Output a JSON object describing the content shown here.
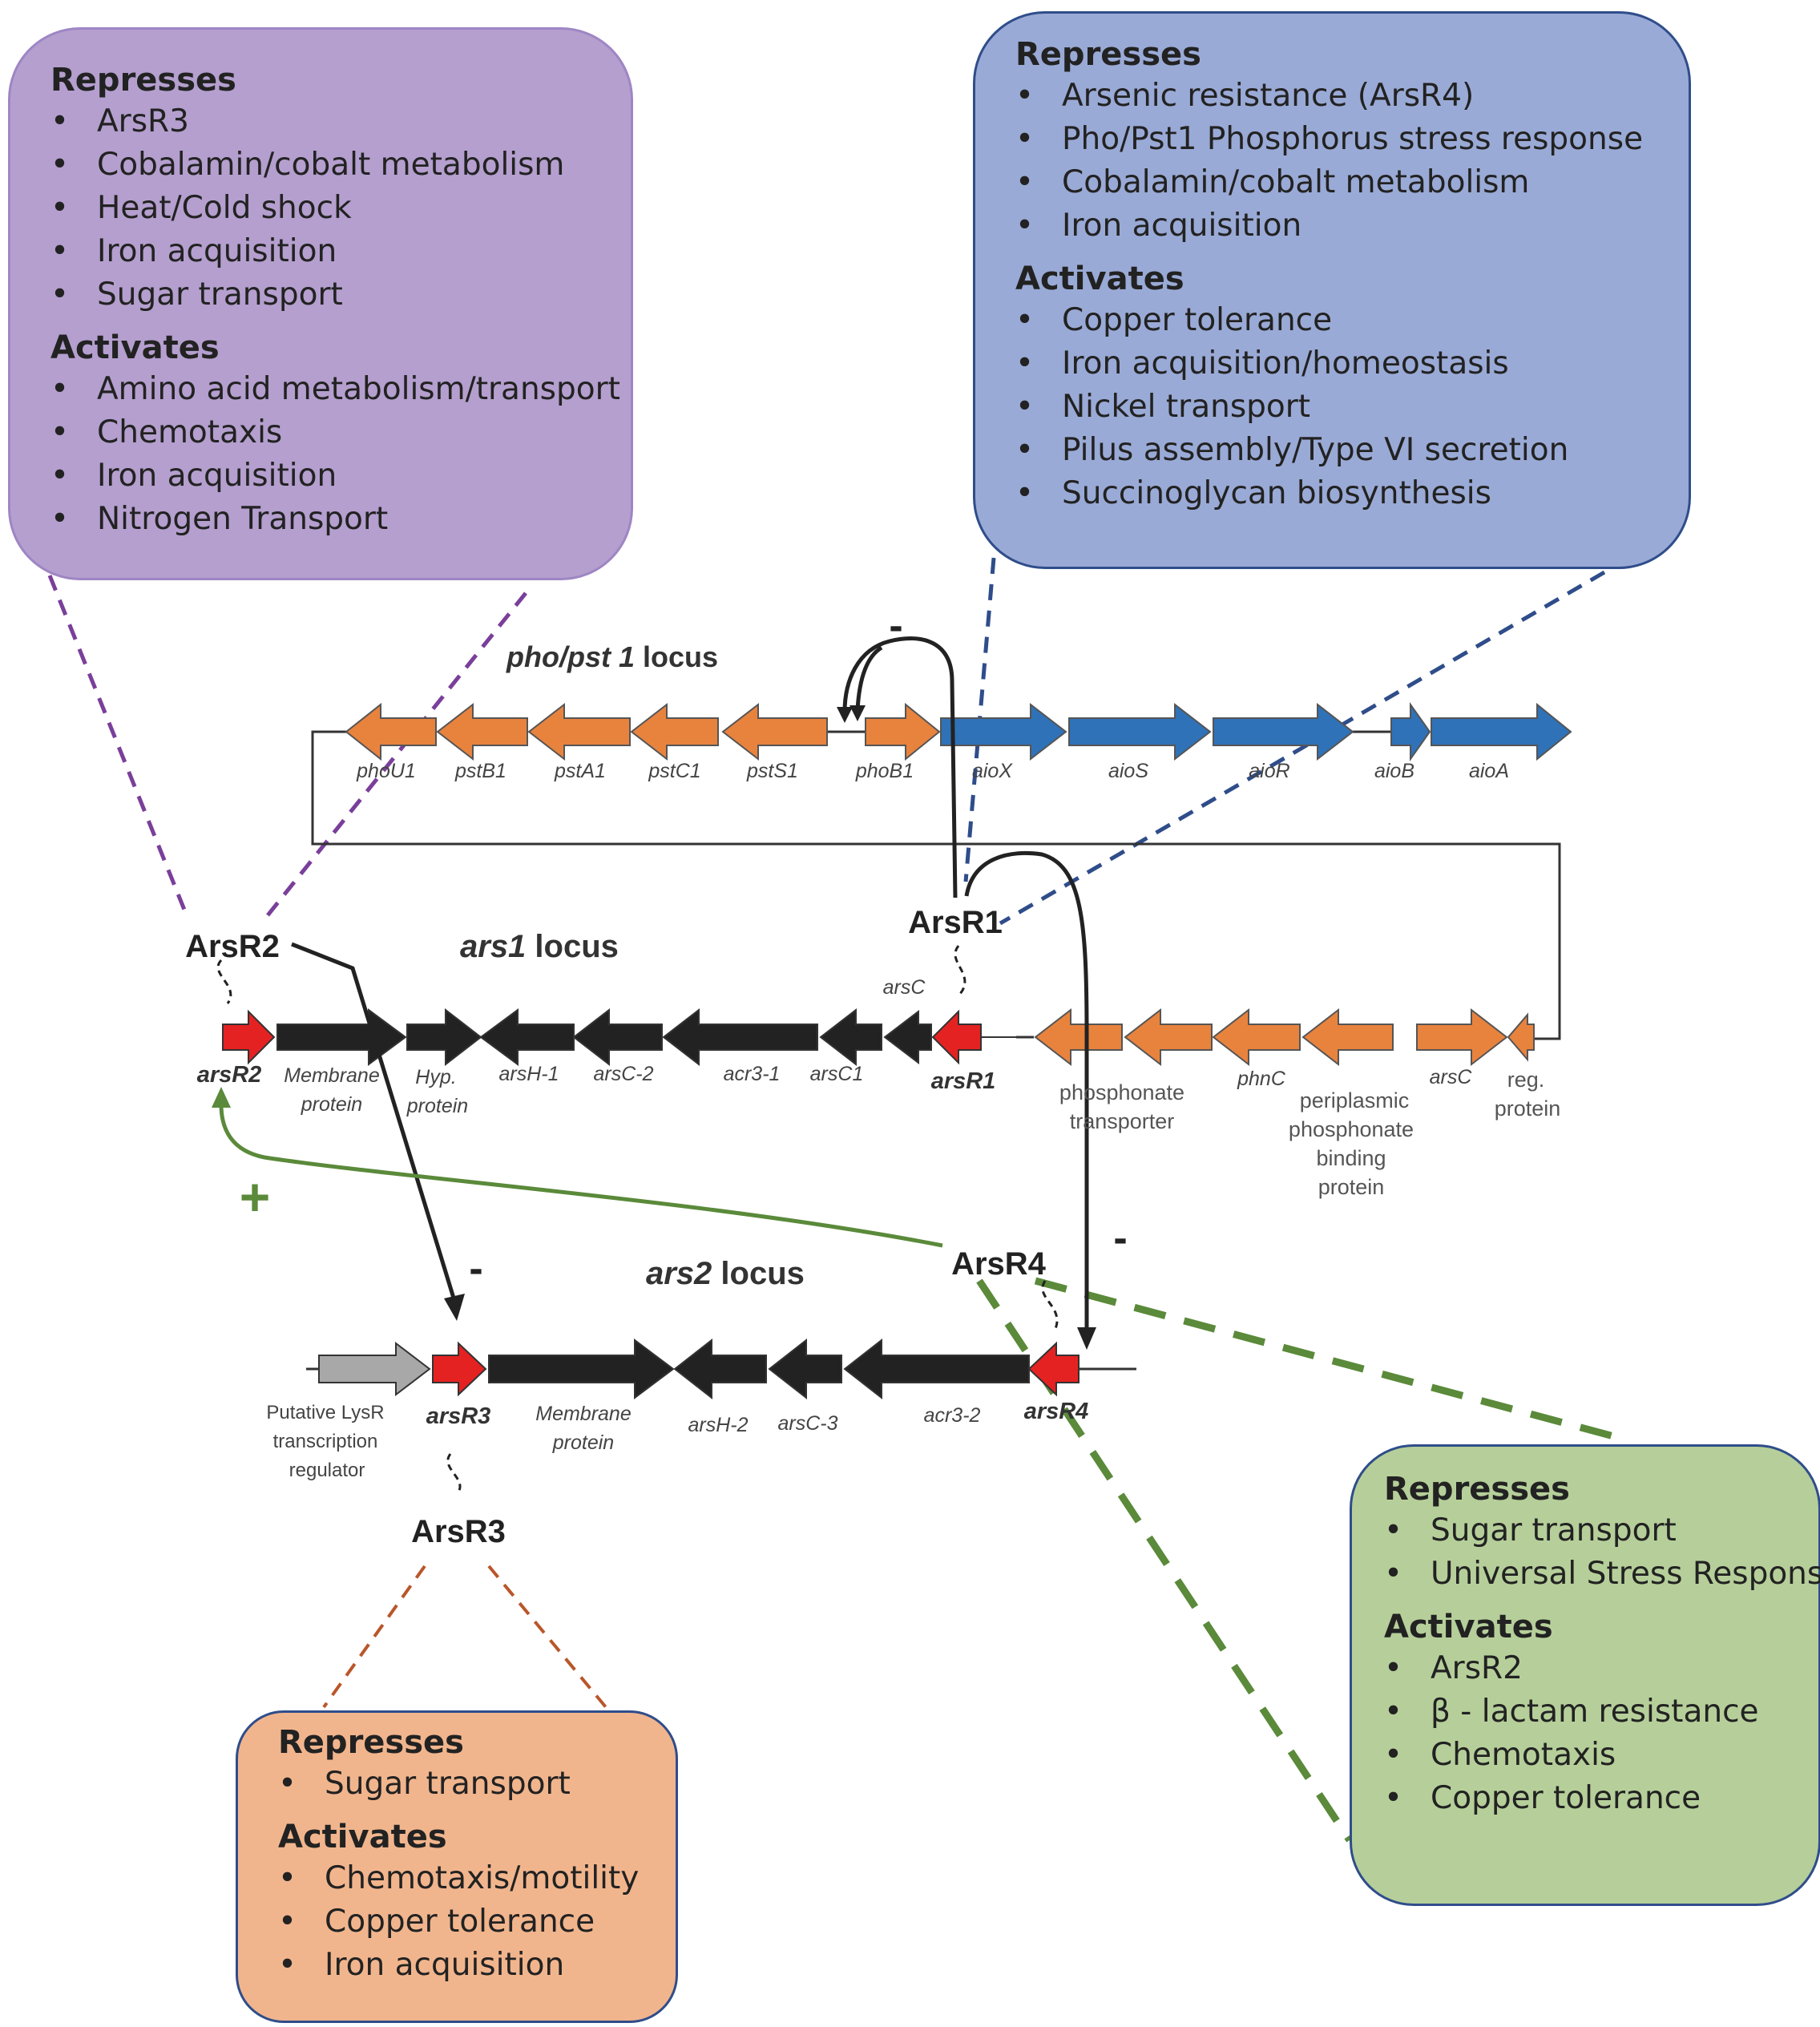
{
  "boxes": {
    "arsr2": {
      "represses_title": "Represses",
      "represses": [
        "ArsR3",
        "Cobalamin/cobalt metabolism",
        "Heat/Cold shock",
        "Iron acquisition",
        "Sugar transport"
      ],
      "activates_title": "Activates",
      "activates": [
        "Amino acid metabolism/transport",
        "Chemotaxis",
        "Iron acquisition",
        "Nitrogen Transport"
      ]
    },
    "arsr1": {
      "represses_title": "Represses",
      "represses": [
        "Arsenic resistance (ArsR4)",
        "Pho/Pst1 Phosphorus stress response",
        "Cobalamin/cobalt metabolism",
        "Iron acquisition"
      ],
      "activates_title": "Activates",
      "activates": [
        "Copper tolerance",
        "Iron acquisition/homeostasis",
        "Nickel transport",
        "Pilus assembly/Type VI secretion",
        "Succinoglycan biosynthesis"
      ]
    },
    "arsr4": {
      "represses_title": "Represses",
      "represses": [
        "Sugar transport",
        "Universal Stress Response"
      ],
      "activates_title": "Activates",
      "activates": [
        "ArsR2",
        "β - lactam resistance",
        "Chemotaxis",
        "Copper tolerance"
      ]
    },
    "arsr3": {
      "represses_title": "Represses",
      "represses": [
        "Sugar transport"
      ],
      "activates_title": "Activates",
      "activates": [
        "Chemotaxis/motility",
        "Copper tolerance",
        "Iron acquisition"
      ]
    }
  },
  "loci": {
    "pho_pst1": {
      "name": "pho/pst 1",
      "suffix": " locus"
    },
    "ars1": {
      "name": "ars1",
      "suffix": " locus"
    },
    "ars2": {
      "name": "ars2",
      "suffix": " locus"
    }
  },
  "regulators": {
    "arsr1": "ArsR1",
    "arsr2": "ArsR2",
    "arsr3": "ArsR3",
    "arsr4": "ArsR4"
  },
  "genes": {
    "phou1": "phoU1",
    "pstb1": "pstB1",
    "psta1": "pstA1",
    "pstc1": "pstC1",
    "psts1": "pstS1",
    "phob1": "phoB1",
    "aiox": "aioX",
    "aios": "aioS",
    "aior": "aioR",
    "aiob": "aioB",
    "aioa": "aioA",
    "arsr2_gene": "arsR2",
    "membrane1_a": "Membrane",
    "membrane1_b": "protein",
    "hyp_a": "Hyp.",
    "hyp_b": "protein",
    "arsh1": "arsH-1",
    "arsc2": "arsC-2",
    "acr31": "acr3-1",
    "arsc1": "arsC1",
    "arsc_top": "arsC",
    "arsr1_gene": "arsR1",
    "phos_a": "phosphonate",
    "phos_b": "transporter",
    "phnc": "phnC",
    "peri_a": "periplasmic",
    "peri_b": "phosphonate",
    "peri_c": "binding",
    "peri_d": "protein",
    "arsc_right": "arsC",
    "reg_a": "reg.",
    "reg_b": "protein",
    "lysr_a": "Putative LysR",
    "lysr_b": "transcription",
    "lysr_c": "regulator",
    "arsr3_gene": "arsR3",
    "membrane2_a": "Membrane",
    "membrane2_b": "protein",
    "arsh2": "arsH-2",
    "arsc3": "arsC-3",
    "acr32": "acr3-2",
    "arsr4_gene": "arsR4"
  },
  "signs": {
    "plus": "+",
    "minus": "-"
  },
  "colors": {
    "purple_box": "#b49fce",
    "blue_box": "#9aaad6",
    "green_box": "#b6cf9a",
    "orange_box": "#f1b58d",
    "orange_gene": "#e8833e",
    "blue_gene": "#2f72b8",
    "red_gene": "#e52222",
    "black_gene": "#222222",
    "grey_gene": "#a8a8a8",
    "activation_arrow": "#5a8a3a"
  }
}
